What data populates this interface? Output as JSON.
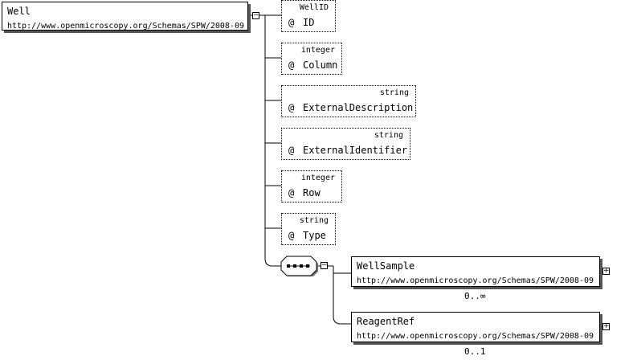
{
  "root": {
    "name": "Well",
    "namespace": "http://www.openmicroscopy.org/Schemas/SPW/2008-09",
    "toggle_symbol": "−"
  },
  "attributes": [
    {
      "type": "WellID",
      "at": "@",
      "name": "ID"
    },
    {
      "type": "integer",
      "at": "@",
      "name": "Column"
    },
    {
      "type": "string",
      "at": "@",
      "name": "ExternalDescription"
    },
    {
      "type": "string",
      "at": "@",
      "name": "ExternalIdentifier"
    },
    {
      "type": "integer",
      "at": "@",
      "name": "Row"
    },
    {
      "type": "string",
      "at": "@",
      "name": "Type"
    }
  ],
  "sequence": {
    "icon": "sequence-compositor-icon",
    "toggle_symbol": "−"
  },
  "children": [
    {
      "name": "WellSample",
      "namespace": "http://www.openmicroscopy.org/Schemas/SPW/2008-09",
      "occurs": "0..∞",
      "toggle_symbol": "+"
    },
    {
      "name": "ReagentRef",
      "namespace": "http://www.openmicroscopy.org/Schemas/SPW/2008-09",
      "occurs": "0..1",
      "toggle_symbol": "+"
    }
  ]
}
